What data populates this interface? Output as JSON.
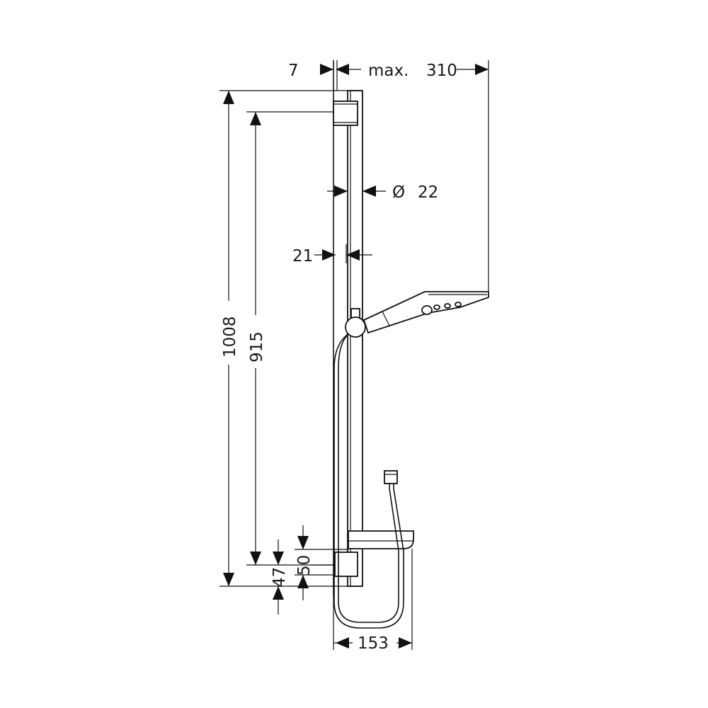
{
  "dimensions": {
    "wall_offset": "7",
    "max_label": "max.",
    "max_reach": "310",
    "diameter_symbol": "Ø",
    "rail_diameter": "22",
    "rail_depth": "21",
    "total_height": "1008",
    "bracket_spacing": "915",
    "lower_offset_a": "50",
    "lower_offset_b": "47",
    "shelf_width": "153"
  }
}
